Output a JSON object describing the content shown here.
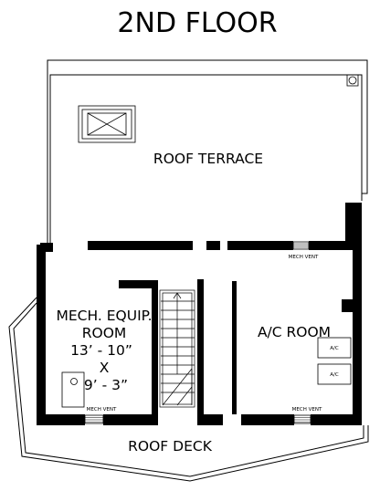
{
  "title": "2ND FLOOR",
  "labels": {
    "roof_terrace": "ROOF TERRACE",
    "mech_room_line1": "MECH. EQUIP.",
    "mech_room_line2": "ROOM",
    "mech_room_dim1": "13’ - 10”",
    "mech_room_dim_x": "X",
    "mech_room_dim2": "9’ - 3”",
    "ac_room": "A/C ROOM",
    "ac_unit_1": "A/C",
    "ac_unit_2": "A/C",
    "roof_deck": "ROOF DECK",
    "mech_vent_top": "MECH VENT",
    "mech_vent_bottom_left": "MECH VENT",
    "mech_vent_bottom_right": "MECH VENT"
  },
  "colors": {
    "wall": "#000000",
    "line": "#000000",
    "background": "#ffffff"
  },
  "icons": [
    "skylight-icon",
    "stair-icon",
    "vent-grille-icon",
    "water-heater-icon",
    "drain-icon"
  ]
}
